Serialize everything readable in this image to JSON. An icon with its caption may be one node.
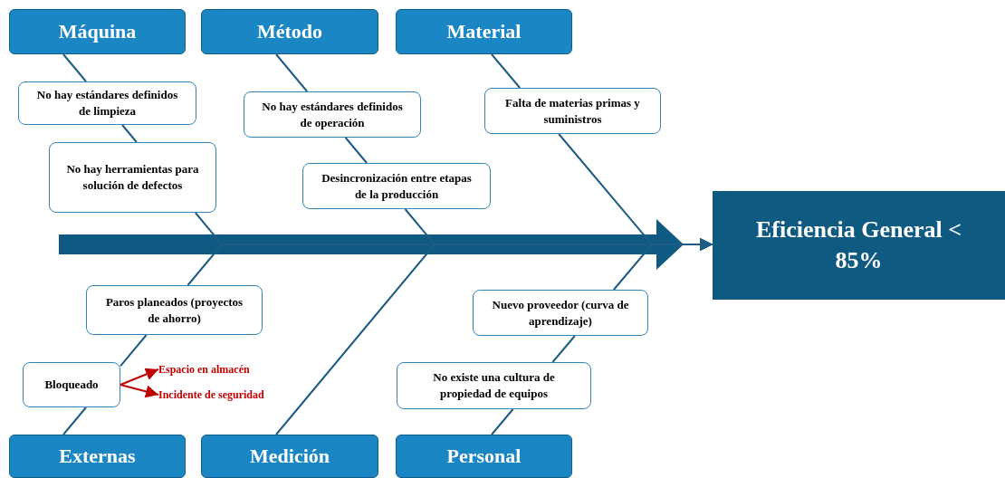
{
  "diagram": {
    "nodes": [
      {
        "text": [
          "Máquina"
        ]
      },
      {
        "text": [
          "Método"
        ]
      },
      {
        "text": [
          "Material"
        ]
      },
      {
        "text": [
          "No hay estándares definidos de limpieza"
        ]
      },
      {
        "text": [
          "No hay herramientas para solución de defectos"
        ]
      },
      {
        "text": [
          "No hay estándares definidos de operación"
        ]
      },
      {
        "text": [
          "Desincronización entre etapas de la producción"
        ]
      },
      {
        "text": [
          "Falta de materias primas y suministros"
        ]
      },
      {
        "text": [
          "Eficiencia General < 85%"
        ]
      },
      {
        "text": [
          "Paros planeados (proyectos de ahorro)"
        ]
      },
      {
        "text": [
          "Bloqueado"
        ]
      },
      {
        "text": [
          "Espacio en almacén"
        ]
      },
      {
        "text": [
          "Incidente de seguridad"
        ]
      },
      {
        "text": [
          "Nuevo proveedor (curva de aprendizaje)"
        ]
      },
      {
        "text": [
          "No existe una cultura de propiedad de equipos"
        ]
      },
      {
        "text": [
          "Externas"
        ]
      },
      {
        "text": [
          "Medición"
        ]
      },
      {
        "text": [
          "Personal"
        ]
      }
    ],
    "edges": [
      {
        "from": 0,
        "to": 3,
        "arrow": "none"
      },
      {
        "from": 3,
        "to": 4,
        "arrow": "none"
      },
      {
        "from": 4,
        "to": 8,
        "arrow": "to"
      },
      {
        "from": 1,
        "to": 5,
        "arrow": "none"
      },
      {
        "from": 5,
        "to": 6,
        "arrow": "none"
      },
      {
        "from": 6,
        "to": 8,
        "arrow": "to"
      },
      {
        "from": 2,
        "to": 7,
        "arrow": "none"
      },
      {
        "from": 7,
        "to": 8,
        "arrow": "to"
      },
      {
        "from": 15,
        "to": 10,
        "arrow": "none"
      },
      {
        "from": 10,
        "to": 9,
        "arrow": "none"
      },
      {
        "from": 9,
        "to": 8,
        "arrow": "to"
      },
      {
        "from": 16,
        "to": 8,
        "arrow": "to"
      },
      {
        "from": 17,
        "to": 14,
        "arrow": "none"
      },
      {
        "from": 14,
        "to": 13,
        "arrow": "none"
      },
      {
        "from": 13,
        "to": 8,
        "arrow": "to"
      },
      {
        "from": 10,
        "to": 11,
        "arrow": "to",
        "color": "#c00000"
      },
      {
        "from": 10,
        "to": 12,
        "arrow": "to",
        "color": "#c00000"
      }
    ]
  }
}
